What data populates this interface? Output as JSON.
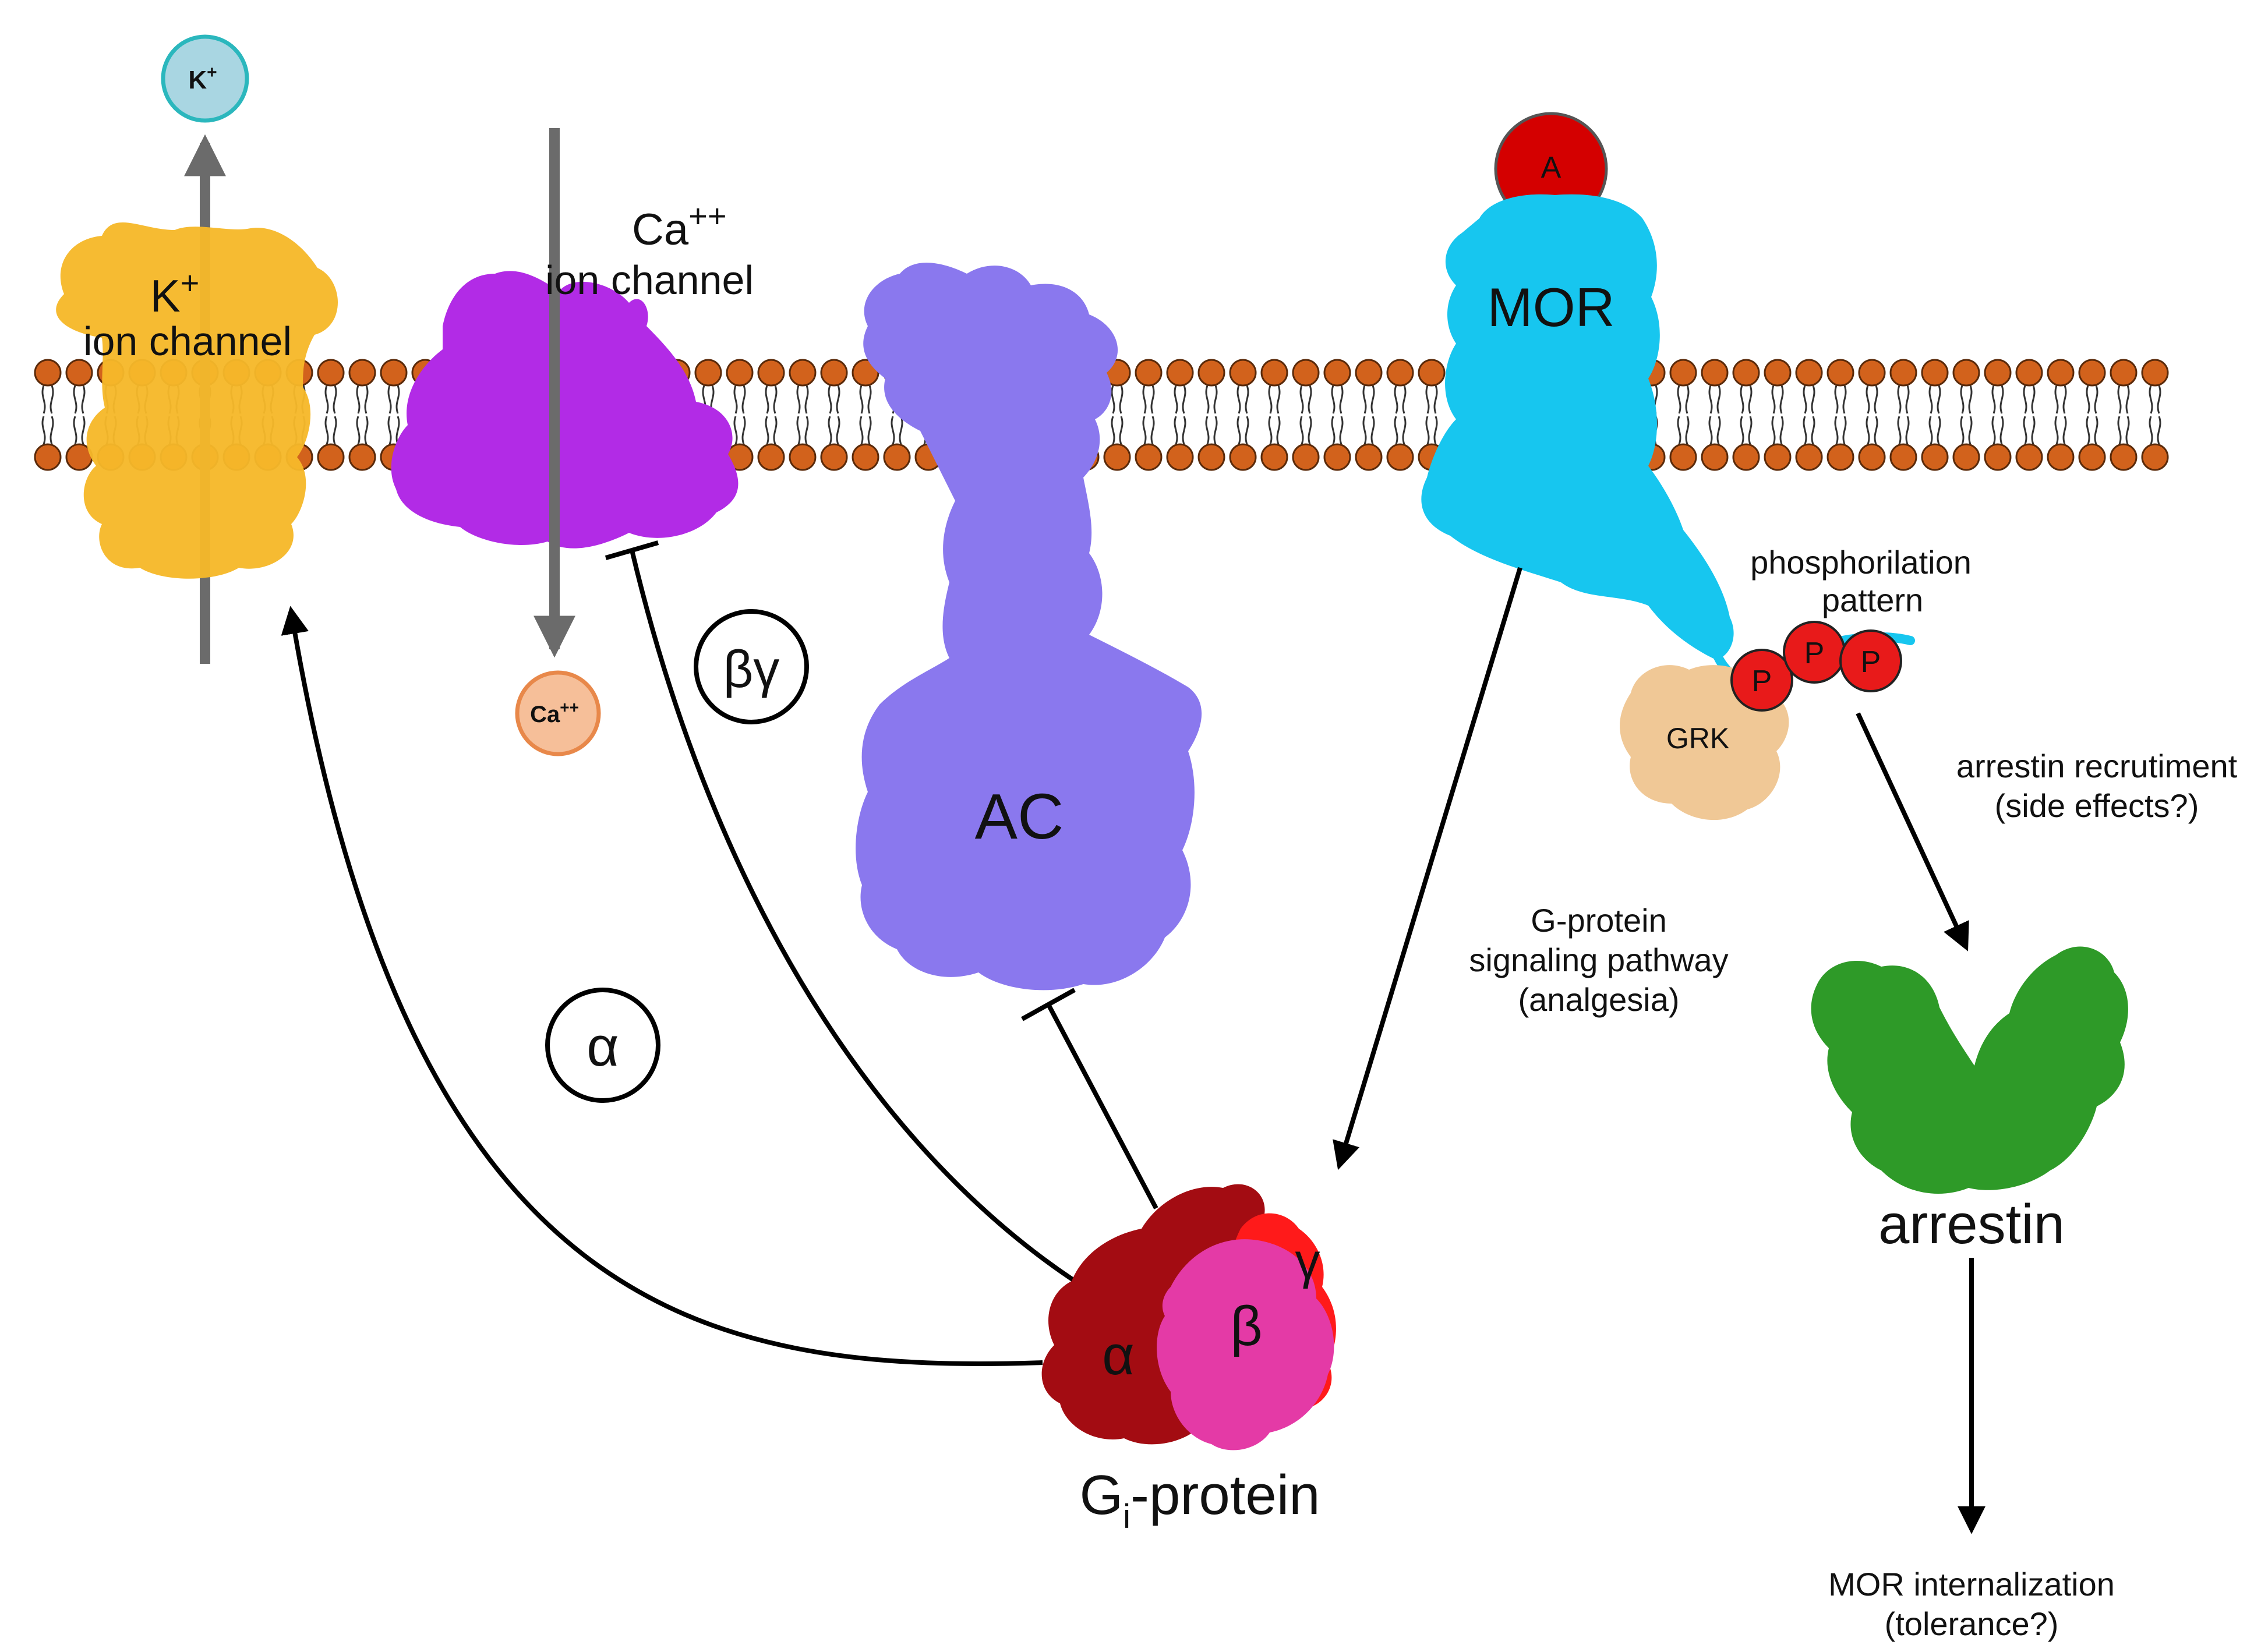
{
  "potassium": {
    "ion": "K",
    "ion_charge": "+",
    "channel_ion": "K",
    "channel_charge": "+",
    "channel_name": "ion channel"
  },
  "calcium": {
    "ion": "Ca",
    "ion_charge": "++",
    "channel_ion": "Ca",
    "channel_charge": "++",
    "channel_name": "ion channel"
  },
  "adenylyl_cyclase": {
    "label": "AC"
  },
  "receptor": {
    "label": "MOR",
    "agonist": "A",
    "kinase": "GRK",
    "phospho_label_line1": "phosphorilation",
    "phospho_label_line2": "pattern",
    "phospho_sites": [
      "P",
      "P",
      "P"
    ]
  },
  "g_protein": {
    "name_prefix": "G",
    "name_subscript": "i",
    "name_suffix": "-protein",
    "alpha": "α",
    "beta": "β",
    "gamma": "γ"
  },
  "pathways": {
    "alpha_badge": "α",
    "betagamma_badge": "βγ",
    "gprotein_line1": "G-protein",
    "gprotein_line2": "signaling pathway",
    "gprotein_line3": "(analgesia)",
    "arrestin_line1": "arrestin recrutiment",
    "arrestin_line2": "(side effects?)",
    "internalization_line1": "MOR internalization",
    "internalization_line2": "(tolerance?)"
  },
  "arrestin": {
    "label": "arrestin"
  },
  "colors": {
    "k_channel": "#f6b82a",
    "ca_channel": "#b22be6",
    "adenylyl_cyclase": "#8a78ee",
    "mor": "#17c6ef",
    "agonist": "#d40000",
    "phospho": "#e81a1a",
    "grk": "#f0c896",
    "arrestin": "#2e9a28",
    "g_alpha": "#a30c12",
    "g_beta": "#e43aa6",
    "g_gamma": "#ff1a1a",
    "lipid_head": "#d2621c",
    "k_ion": "#a9d6e2",
    "ca_ion": "#f6bf99"
  }
}
